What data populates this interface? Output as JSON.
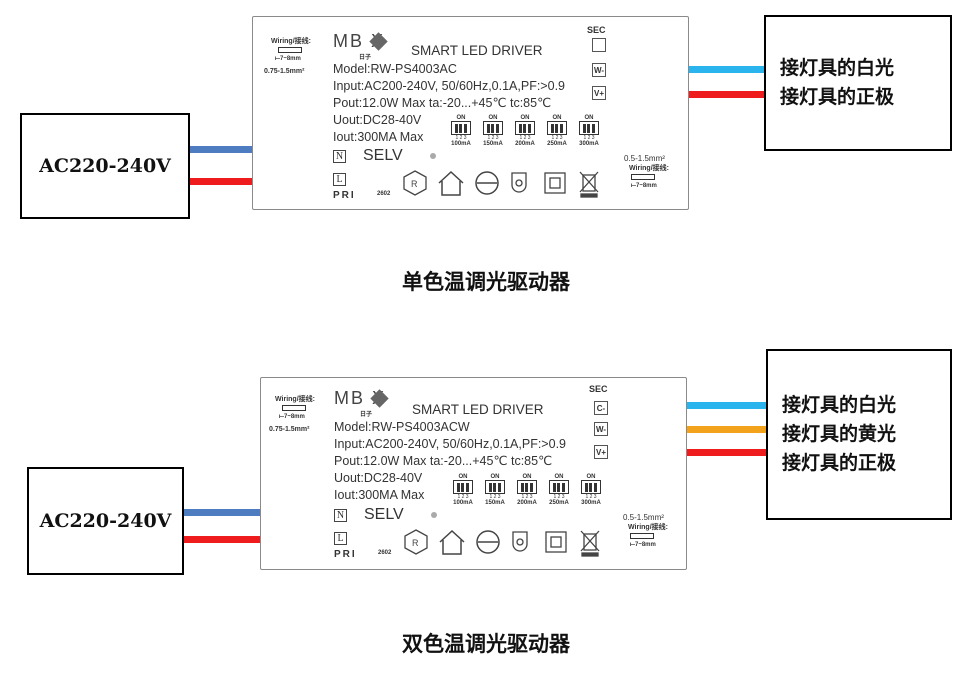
{
  "diagrams": [
    {
      "input_label": "AC220-240V",
      "outputs": [
        "接灯具的白光",
        "接灯具的正极"
      ],
      "caption": "单色温调光驱动器",
      "driver": {
        "logo": "MB X",
        "logo_sub": "日子",
        "title": "SMART LED DRIVER",
        "model": "Model:RW-PS4003AC",
        "input": "Input:AC200-240V, 50/60Hz,0.1A,PF:>0.9",
        "pout": "Pout:12.0W Max    ta:-20...+45℃   tc:85℃",
        "uout": "Uout:DC28-40V",
        "iout": "Iout:300MA   Max",
        "sec": "SEC",
        "terminals": [
          "",
          "W-",
          "V+"
        ],
        "n": "N",
        "l": "L",
        "pri": "PRI",
        "selv": "SELV",
        "code": "2602",
        "wiring_left": "Wiring/接线:",
        "wiring_left_len": "⟝7~8mm",
        "wiring_left_gauge": "0.75-1.5mm²",
        "wiring_right_gauge": "0.5-1.5mm²",
        "wiring_right": "Wiring/接线:",
        "wiring_right_len": "⟝7~8mm",
        "dip": [
          {
            "on": "ON",
            "num": "1 2 3",
            "current": "100mA"
          },
          {
            "on": "ON",
            "num": "1 2 3",
            "current": "150mA"
          },
          {
            "on": "ON",
            "num": "1 2 3",
            "current": "200mA"
          },
          {
            "on": "ON",
            "num": "1 2 3",
            "current": "250mA"
          },
          {
            "on": "ON",
            "num": "1 2 3",
            "current": "300mA"
          }
        ]
      }
    },
    {
      "input_label": "AC220-240V",
      "outputs": [
        "接灯具的白光",
        "接灯具的黄光",
        "接灯具的正极"
      ],
      "caption": "双色温调光驱动器",
      "driver": {
        "logo": "MB X",
        "logo_sub": "日子",
        "title": "SMART LED DRIVER",
        "model": "Model:RW-PS4003ACW",
        "input": "Input:AC200-240V, 50/60Hz,0.1A,PF:>0.9",
        "pout": "Pout:12.0W Max    ta:-20...+45℃   tc:85℃",
        "uout": "Uout:DC28-40V",
        "iout": "Iout:300MA   Max",
        "sec": "SEC",
        "terminals": [
          "C-",
          "W-",
          "V+"
        ],
        "n": "N",
        "l": "L",
        "pri": "PRI",
        "selv": "SELV",
        "code": "2602",
        "wiring_left": "Wiring/接线:",
        "wiring_left_len": "⟝7~8mm",
        "wiring_left_gauge": "0.75-1.5mm²",
        "wiring_right_gauge": "0.5-1.5mm²",
        "wiring_right": "Wiring/接线:",
        "wiring_right_len": "⟝7~8mm",
        "dip": [
          {
            "on": "ON",
            "num": "1 2 3",
            "current": "100mA"
          },
          {
            "on": "ON",
            "num": "1 2 3",
            "current": "150mA"
          },
          {
            "on": "ON",
            "num": "1 2 3",
            "current": "200mA"
          },
          {
            "on": "ON",
            "num": "1 2 3",
            "current": "250mA"
          },
          {
            "on": "ON",
            "num": "1 2 3",
            "current": "300mA"
          }
        ]
      }
    }
  ],
  "colors": {
    "neutral_wire": "#4d7dc0",
    "live_wire": "#ee1c1c",
    "white_wire": "#2ab4ee",
    "yellow_wire": "#f3a31b",
    "positive_wire": "#ee1c1c"
  }
}
